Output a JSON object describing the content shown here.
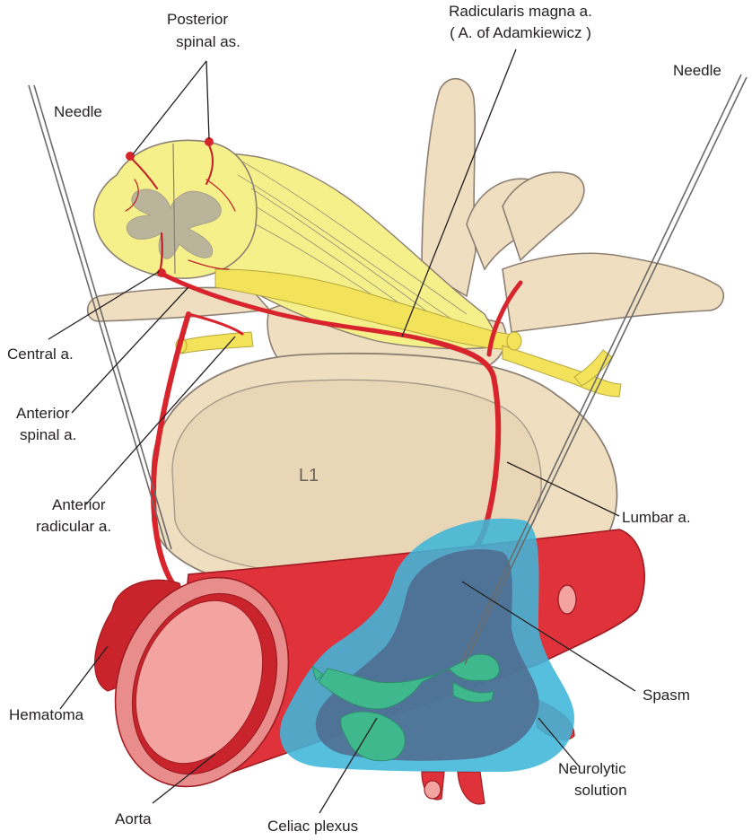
{
  "labels": {
    "posterior_spinal": [
      "Posterior",
      "spinal as."
    ],
    "radicularis_magna": [
      "Radicularis magna a.",
      "( A. of Adamkiewicz )"
    ],
    "needle_left": "Needle",
    "needle_right": "Needle",
    "central": "Central a.",
    "anterior_spinal": [
      "Anterior",
      "spinal a."
    ],
    "anterior_radicular": [
      "Anterior",
      "radicular a."
    ],
    "vertebra": "L1",
    "lumbar": "Lumbar a.",
    "hematoma": "Hematoma",
    "aorta": "Aorta",
    "spasm": "Spasm",
    "neurolytic": [
      "Neurolytic",
      "solution"
    ],
    "celiac": "Celiac plexus"
  },
  "colors": {
    "bone": "#efdfc0",
    "bone_outline": "#8c7f73",
    "cord": "#f6f08a",
    "gray_matter": "#b9b49a",
    "nerve": "#f3e35a",
    "artery": "#d8252d",
    "aorta": "#e0323a",
    "aorta_lumen": "#f3a4a0",
    "solution": "#3fb6d8",
    "solution_dark": "#4f6a8d",
    "plexus": "#3fb88e",
    "needle": "#6b6b6b"
  }
}
